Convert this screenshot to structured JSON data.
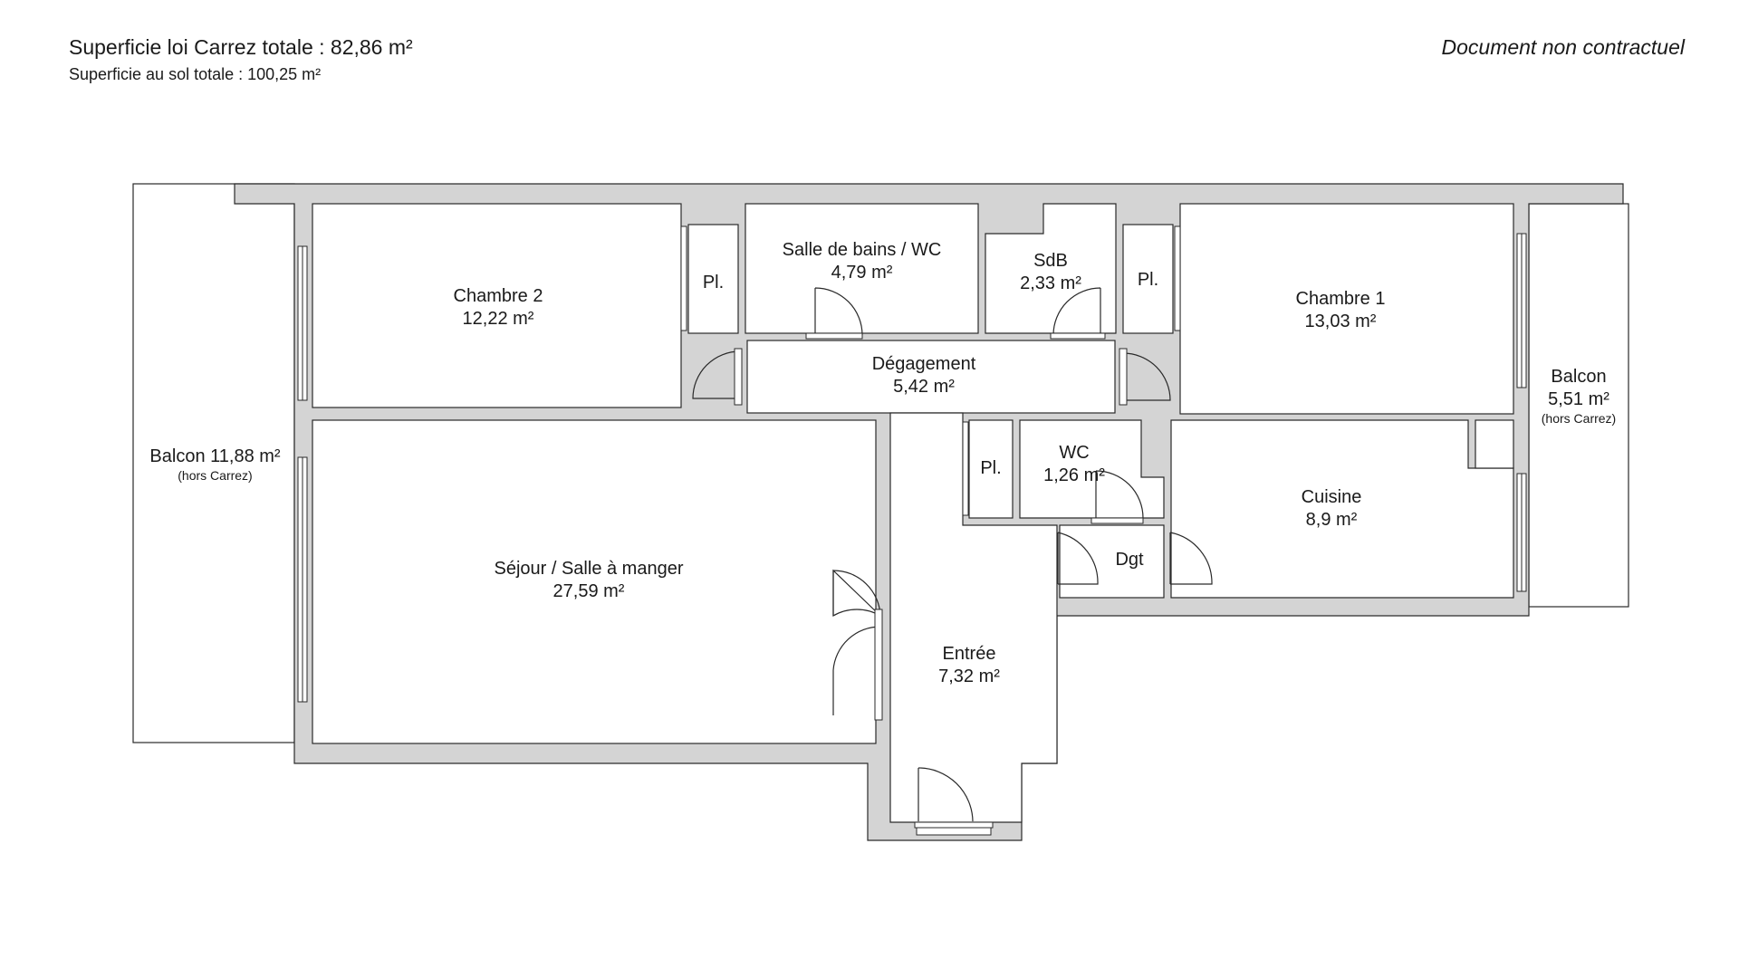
{
  "header": {
    "total_carrez": "Superficie loi Carrez totale : 82,86 m²",
    "total_floor": "Superficie au sol totale : 100,25 m²",
    "disclaimer": "Document non contractuel"
  },
  "colors": {
    "wall": "#d4d4d4",
    "stroke": "#2a2a2a",
    "room": "#ffffff"
  },
  "rooms": {
    "chambre2": {
      "name": "Chambre 2",
      "area": "12,22 m²"
    },
    "sdb_wc": {
      "name": "Salle de bains / WC",
      "area": "4,79 m²"
    },
    "sdb": {
      "name": "SdB",
      "area": "2,33 m²"
    },
    "chambre1": {
      "name": "Chambre 1",
      "area": "13,03 m²"
    },
    "degagement": {
      "name": "Dégagement",
      "area": "5,42 m²"
    },
    "sejour": {
      "name": "Séjour / Salle à manger",
      "area": "27,59 m²"
    },
    "wc": {
      "name": "WC",
      "area": "1,26 m²"
    },
    "cuisine": {
      "name": "Cuisine",
      "area": "8,9 m²"
    },
    "dgt": {
      "name": "Dgt"
    },
    "entree": {
      "name": "Entrée",
      "area": "7,32 m²"
    },
    "balcon_left": {
      "name": "Balcon 11,88 m²",
      "note": "(hors Carrez)"
    },
    "balcon_right": {
      "name": "Balcon",
      "area": "5,51 m²",
      "note": "(hors Carrez)"
    },
    "placard_a": {
      "name": "Pl."
    },
    "placard_b": {
      "name": "Pl."
    },
    "placard_c": {
      "name": "Pl."
    }
  }
}
